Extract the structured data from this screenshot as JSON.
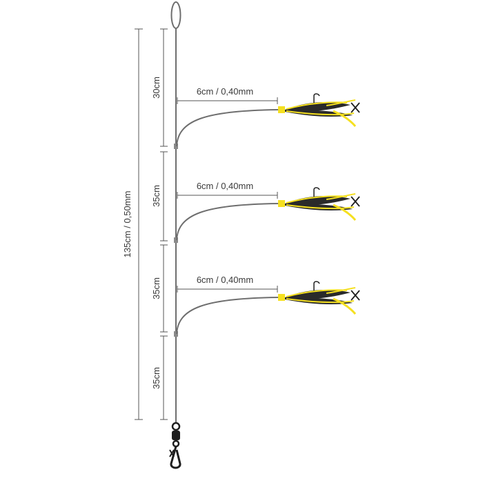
{
  "rig": {
    "total_label": "135cm / 0,50mm",
    "segments": [
      {
        "label": "30cm"
      },
      {
        "label": "35cm"
      },
      {
        "label": "35cm"
      },
      {
        "label": "35cm"
      }
    ],
    "droppers": [
      {
        "label": "6cm / 0,40mm"
      },
      {
        "label": "6cm / 0,40mm"
      },
      {
        "label": "6cm / 0,40mm"
      }
    ],
    "colors": {
      "line": "#6e6e6e",
      "lure_dark": "#2a2a2a",
      "lure_accent": "#f5e020",
      "swivel": "#1e1e1e"
    },
    "icons": [
      "loop-icon",
      "lure-icon",
      "swivel-icon",
      "snap-icon"
    ]
  }
}
